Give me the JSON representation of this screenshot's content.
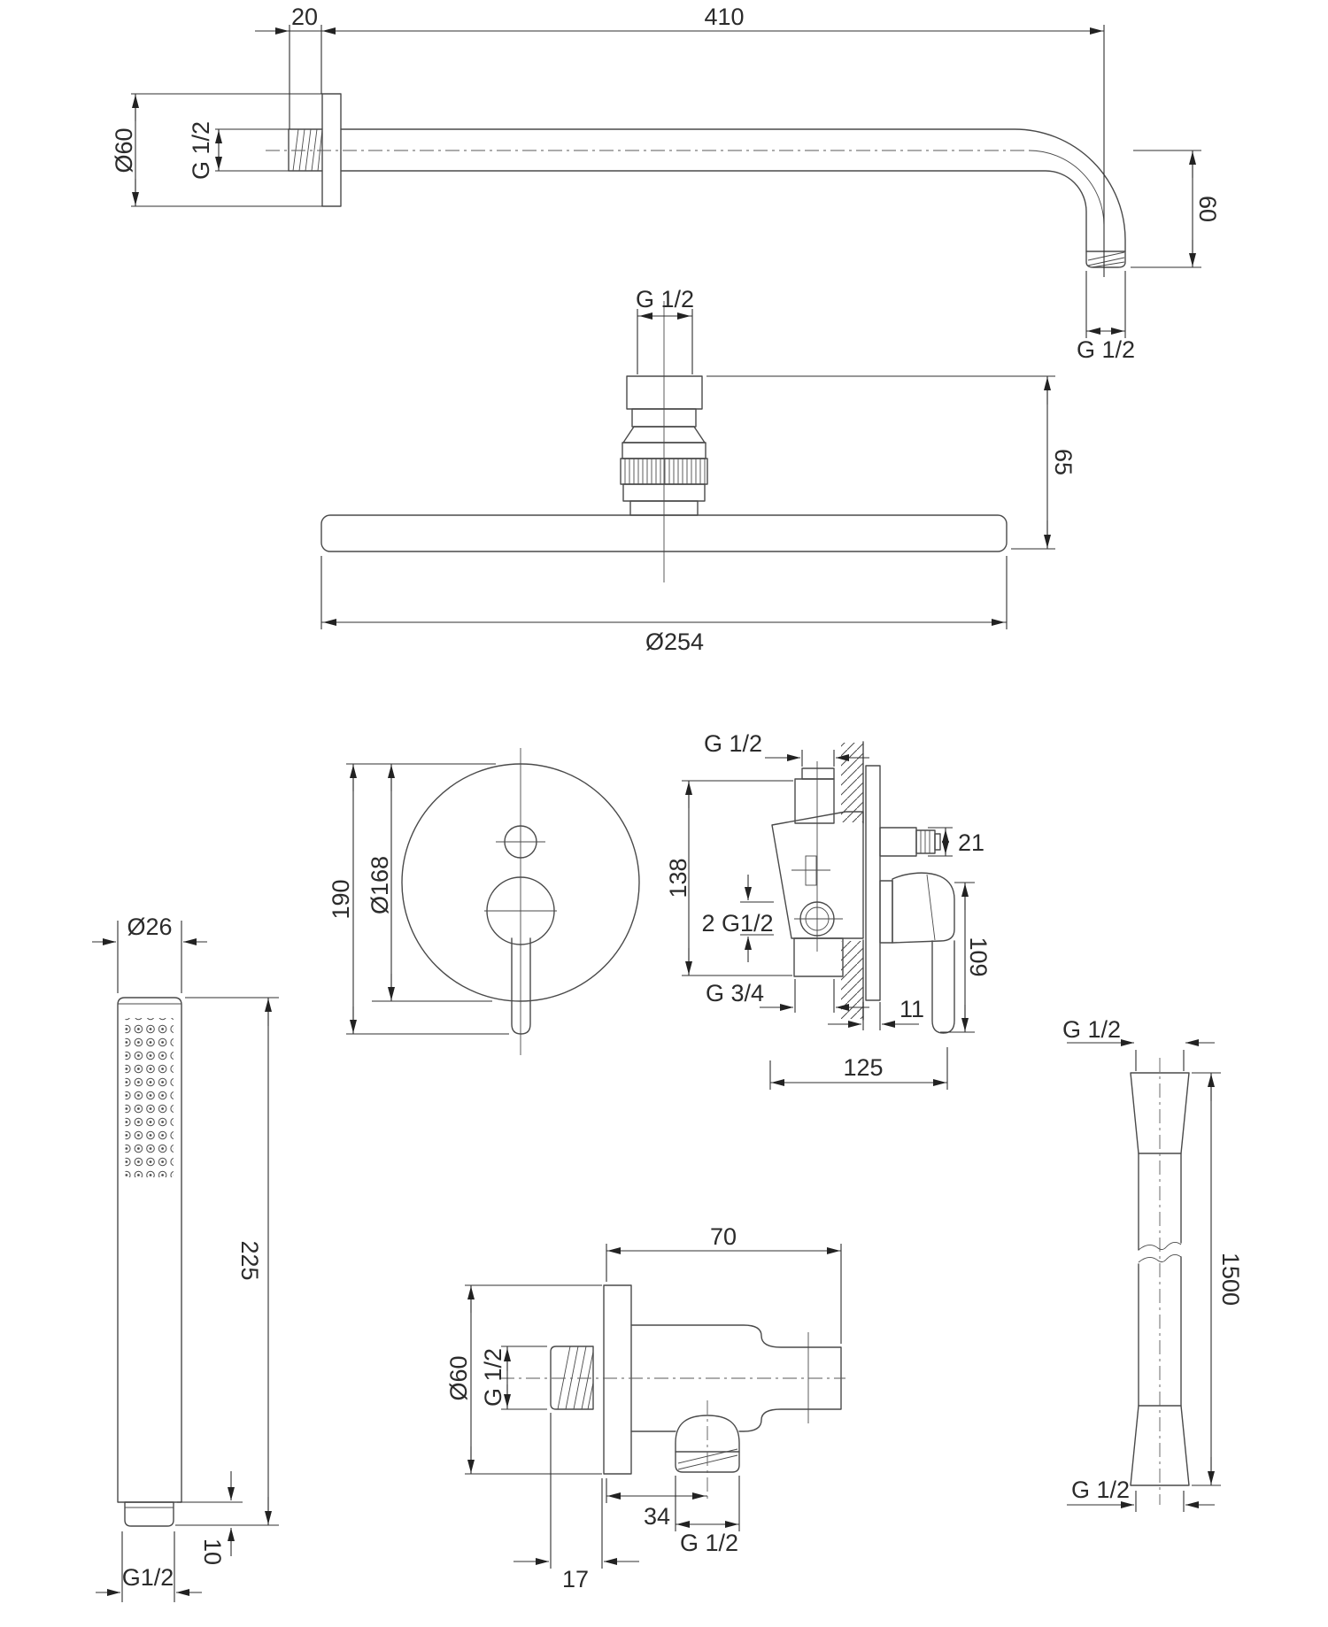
{
  "drawing": {
    "background": "#ffffff",
    "line_color": "#4a4a4a",
    "text_color": "#2b2b2b",
    "components": {
      "shower_arm": {
        "label": "wall shower arm",
        "dims": {
          "wall_offset": "20",
          "length": "410",
          "flange_diameter": "Ø60",
          "wall_thread": "G 1/2",
          "drop_height": "60",
          "end_thread": "G 1/2"
        }
      },
      "shower_head": {
        "label": "overhead rain shower head",
        "dims": {
          "thread": "G 1/2",
          "height": "65",
          "diameter": "Ø254"
        }
      },
      "mixer_front": {
        "label": "concealed mixer front view",
        "dims": {
          "overall_height": "190",
          "plate_diameter": "Ø168"
        }
      },
      "mixer_side": {
        "label": "concealed mixer side view",
        "dims": {
          "top_thread": "G 1/2",
          "spout_diameter": "21",
          "body_height": "138",
          "side_ports": "2 G1/2",
          "bottom_thread": "G 3/4",
          "handle_height": "109",
          "plate_offset": "11",
          "depth": "125"
        }
      },
      "hand_shower": {
        "label": "hand shower",
        "dims": {
          "diameter": "Ø26",
          "length": "225",
          "nipple_height": "10",
          "thread": "G1/2"
        }
      },
      "outlet_elbow": {
        "label": "wall outlet elbow with hose connection",
        "dims": {
          "depth": "70",
          "plate_diameter": "Ø60",
          "inlet_thread": "G 1/2",
          "outlet_offset": "34",
          "outlet_thread": "G 1/2",
          "inlet_length": "17"
        }
      },
      "hose": {
        "label": "shower hose",
        "dims": {
          "top_thread": "G 1/2",
          "length": "1500",
          "bottom_thread": "G 1/2"
        }
      }
    }
  }
}
